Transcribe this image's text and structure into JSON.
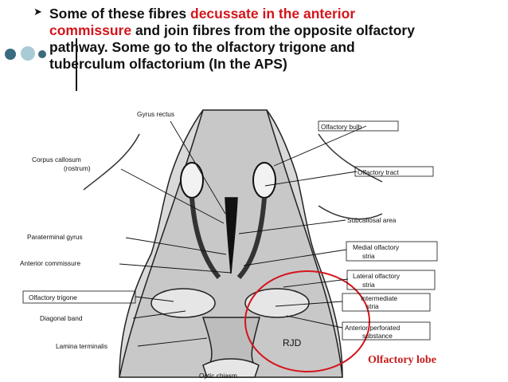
{
  "bullet": {
    "icon": "arrow-bullet-icon",
    "line1_a": "Some of these fibres ",
    "line1_b": "decussate in the anterior",
    "line2_a": "commissure",
    "line2_b": "  and join fibres from the opposite olfactory",
    "line3": "pathway. Some go to the olfactory trigone and",
    "line4": "tuberculum olfactorium (In the APS)"
  },
  "colors": {
    "accent_red": "#d4151b",
    "dot_dark": "#3a6b7e",
    "dot_light": "#a9cbd6"
  },
  "diagram": {
    "labels": {
      "gyrus_rectus": "Gyrus rectus",
      "olfactory_bulb": "Olfactory bulb",
      "corpus_callosum_1": "Corpus callosum",
      "corpus_callosum_2": "(rostrum)",
      "olfactory_tract": "Olfactory tract",
      "subcallosal_area": "Subcallosal area",
      "paraterminal_gyrus": "Paraterminal gyrus",
      "medial_stria_1": "Medial olfactory",
      "medial_stria_2": "stria",
      "anterior_commissure": "Anterior commissure",
      "lateral_stria_1": "Lateral olfactory",
      "lateral_stria_2": "stria",
      "olfactory_trigone": "Olfactory trigone",
      "intermediate_stria_1": "Intermediate",
      "intermediate_stria_2": "stria",
      "diagonal_band": "Diagonal band",
      "anterior_perforated_1": "Anterior perforated",
      "anterior_perforated_2": "substance",
      "lamina_terminalis": "Lamina terminalis",
      "optic_chiasm": "Optic chiasm",
      "olfactory_lobe": "Olfactory lobe",
      "rjd": "RJD"
    }
  }
}
